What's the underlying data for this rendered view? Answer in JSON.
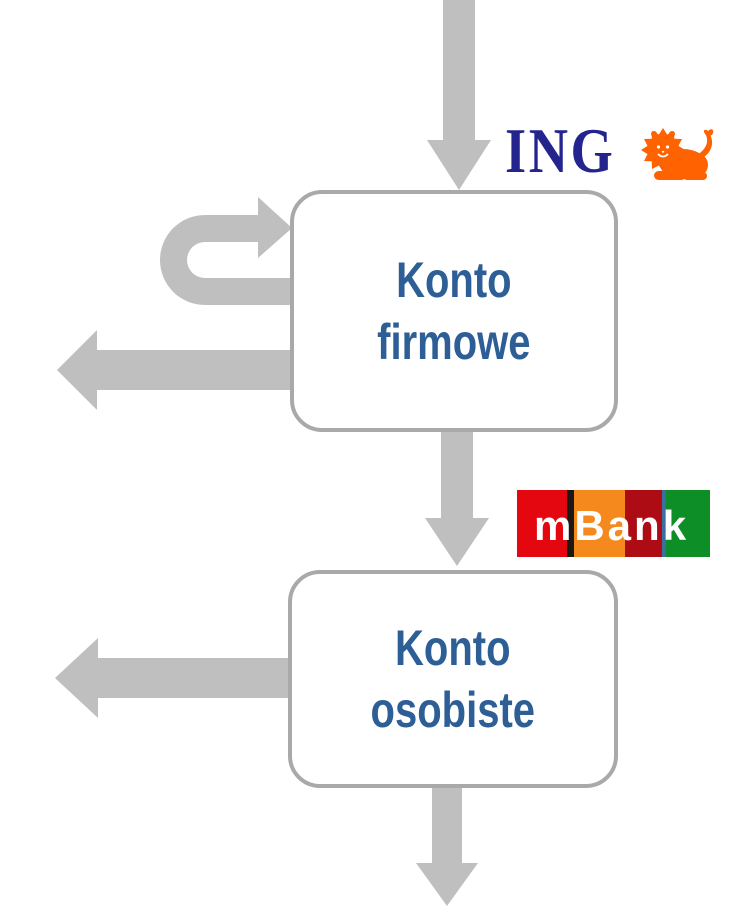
{
  "diagram": {
    "background_color": "#ffffff",
    "arrow_color": "#bfbfbf",
    "node_border_color": "#a9a9a9",
    "node_fill_color": "#ffffff",
    "node_text_color": "#2d5f96",
    "nodes": [
      {
        "id": "konto-firmowe",
        "label_line1": "Konto",
        "label_line2": "firmowe",
        "bank_logo": "ING"
      },
      {
        "id": "konto-osobiste",
        "label_line1": "Konto",
        "label_line2": "osobiste",
        "bank_logo": "mBank"
      }
    ],
    "logos": {
      "ing": {
        "wordmark": "ING",
        "wordmark_color": "#24248f",
        "lion_color": "#ff6200"
      },
      "mbank": {
        "wordmark": "mBank",
        "wordmark_color": "#ffffff",
        "block_colors": [
          "#e4070f",
          "#1c1915",
          "#f6891e",
          "#ad0c15",
          "#3c6e9f",
          "#0d8e27"
        ]
      }
    },
    "arrows": [
      {
        "name": "arrow-in-top",
        "direction": "down"
      },
      {
        "name": "arrow-loopback-firmowe",
        "direction": "u-turn-right"
      },
      {
        "name": "arrow-out-firmowe-left",
        "direction": "left"
      },
      {
        "name": "arrow-firmowe-to-osobiste",
        "direction": "down"
      },
      {
        "name": "arrow-out-osobiste-left",
        "direction": "left"
      },
      {
        "name": "arrow-out-bottom",
        "direction": "down"
      }
    ]
  }
}
